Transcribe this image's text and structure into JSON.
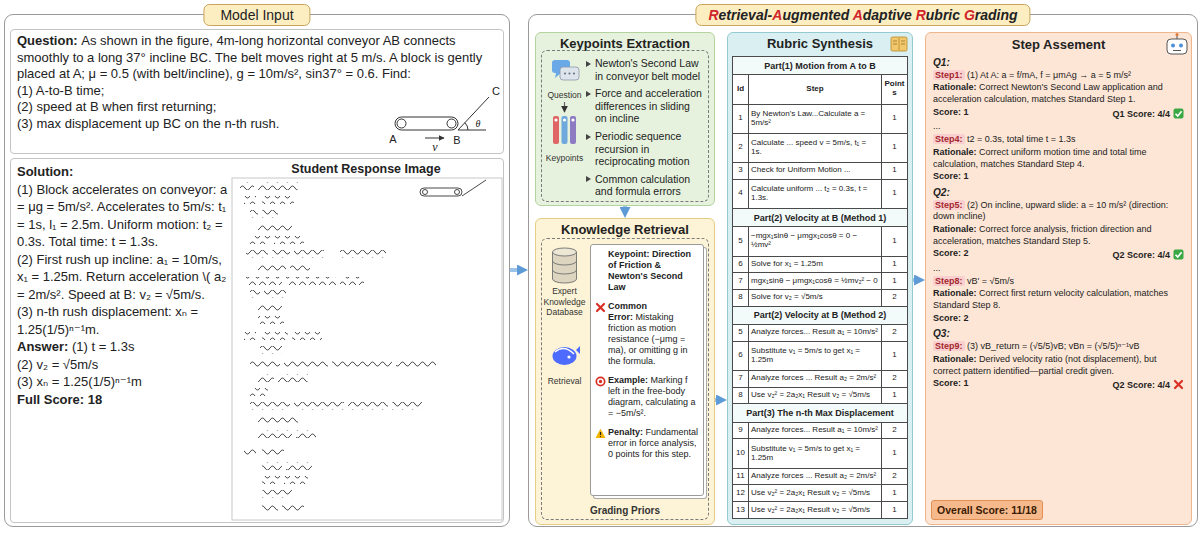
{
  "diagram": {
    "nodes": [
      {
        "text": [
          "Model Input"
        ]
      },
      {
        "text": [
          "Question:",
          "As shown in the figure, 4m-long horizontal conveyor AB connects smoothly to a long 37° incline BC. The belt moves right at 5 m/s. A block is gently placed at A; μ = 0.5 (with belt/incline), g = 10m/s², sin37° = 0.6. Find:",
          "(1) A-to-B time;",
          "(2) speed at B when first returning;",
          "(3) max displacement up BC on the n-th rush."
        ],
        "in": 0
      },
      {
        "text": [
          "Solution:",
          "(1) Block accelerates on conveyor: a = μg = 5m/s². Accelerates to 5m/s: t₁ = 1s, l₁ = 2.5m. Uniform motion: t₂ = 0.3s. Total time: t = 1.3s.",
          "(2) First rush up incline: a₁ = 10m/s, x₁ = 1.25m. Return acceleration \\( a₂ = 2m/s². Speed at B: v₂ = √5m/s.",
          "(3) n-th rush displacement: xₙ = 1.25(1/5)ⁿ⁻¹m.",
          "Answer:",
          "(1) t = 1.3s",
          "(2) v₂ = √5m/s",
          "(3) xₙ = 1.25(1/5)ⁿ⁻¹m",
          "Full Score: 18"
        ],
        "in": 0
      },
      {
        "text": [
          "Student Response Image"
        ],
        "in": 2
      },
      {
        "text": [
          "Retrieval-Augmented Adaptive Rubric Grading"
        ]
      },
      {
        "text": [
          "Keypoints Extraction"
        ],
        "in": 4
      },
      {
        "text": [
          "Newton's Second Law in conveyor belt model",
          "Force and acceleration differences in sliding on incline",
          "Periodic sequence recursion in reciprocating motion",
          "Common calculation and formula errors"
        ],
        "in": 5
      },
      {
        "text": [
          "Knowledge Retrieval"
        ],
        "in": 4
      },
      {
        "text": [
          "Grading Priors"
        ],
        "in": 7
      },
      {
        "text": [
          "Keypoint:",
          "Direction of Friction & Newton's Second Law",
          "Common Error:",
          "Mistaking friction as motion resistance (−μmg = ma), or omitting g in the formula.",
          "Example:",
          "Marking f left in the free-body diagram, calculating a = −5m/s².",
          "Penalty:",
          "Fundamental error in force analysis, 0 points for this step."
        ],
        "in": 8
      },
      {
        "text": [
          "Rubric Synthesis"
        ],
        "in": 4
      },
      {
        "text": [
          "Step Assement",
          "Q1:",
          "Step1:",
          "(1) At A: a = f/mA, f = μmAg → a = 5 m/s²",
          "Rationale:",
          "Correct Newton's Second Law application and acceleration calculation, matches Standard Step 1.",
          "Score: 1",
          "Q1 Score: 4/4",
          "...",
          "Step4:",
          "t2 = 0.3s, total time t = 1.3s",
          "Rationale:",
          "Correct uniform motion time and total time calculation, matches Standard Step 4.",
          "Score: 1",
          "Q2:",
          "Step5:",
          "(2) On incline, upward slide: a = 10 m/s² (direction: down incline)",
          "Rationale:",
          "Correct force analysis, friction direction and acceleration, matches Standard Step 5.",
          "Score: 2",
          "Q2 Score: 4/4",
          "...",
          "Step8:",
          "vB' = √5m/s",
          "Rationale:",
          "Correct first return velocity calculation, matches Standard Step 8.",
          "Score: 2",
          "Q3:",
          "Step9:",
          "(3) vB_return = (√5/5)vB; vBn = (√5/5)ⁿ⁻¹vB",
          "Rationale:",
          "Derived velocity ratio (not displacement), but correct pattern identified—partial credit given.",
          "Score: 1",
          "Q2 Score: 4/4"
        ],
        "in": 4
      },
      {
        "text": [
          "Overall Score: 11/18"
        ],
        "in": 11
      }
    ],
    "edges": [
      {
        "from": 0,
        "to": 4,
        "arrow": "to"
      },
      {
        "from": 5,
        "to": 7,
        "arrow": "to"
      },
      {
        "from": 7,
        "to": 10,
        "arrow": "to"
      },
      {
        "from": 10,
        "to": 11,
        "arrow": "to"
      }
    ],
    "labels": [
      "A",
      "B",
      "C",
      "θ",
      "v",
      "Question",
      "Keypoints",
      "Expert Knowledge Database",
      "Retrieval",
      "Part(1) Motion from A to B",
      "Id",
      "Step",
      "Points",
      "1",
      "By Newton's Law...Calculate a = 5m/s²",
      "1",
      "2",
      "Calculate ... speed v = 5m/s, t₁ = 1s.",
      "1",
      "3",
      "Check for Uniform Motion ...",
      "1",
      "4",
      "Calculate uniform ... t₂ = 0.3s, t = 1.3s.",
      "1",
      "Part(2) Velocity at B (Method 1)",
      "5",
      "−mgx₁sinθ − μmgx₁cosθ = 0 − ½mv²",
      "1",
      "6",
      "Solve for x₁ = 1.25m",
      "1",
      "7",
      "mgx₁sinθ − μmgx₁cosθ = ½mv₂² − 0",
      "1",
      "8",
      "Solve for v₂ = √5m/s",
      "2",
      "Part(2) Velocity at B (Method 2)",
      "5",
      "Analyze forces... Result a₁ = 10m/s²",
      "2",
      "6",
      "Substitute v₁ = 5m/s to get x₁ = 1.25m",
      "1",
      "7",
      "Analyze forces ... Result a₂ = 2m/s²",
      "2",
      "8",
      "Use v₂² = 2a₂x₁ Result v₂ = √5m/s",
      "1",
      "Part(3) The n-th Max Displacement",
      "9",
      "Analyze forces... Result a₁ = 10m/s²",
      "2",
      "10",
      "Substitute v₁ = 5m/s to get x₁ = 1.25m",
      "1",
      "11",
      "Analyze forces ... Result a₂ = 2m/s²",
      "2",
      "12",
      "Use v₂² = 2a₂x₁ Result v₂ = √5m/s",
      "1",
      "13",
      "Use v₂² = 2a₂x₁ Result v₂ = √5m/s",
      "1"
    ]
  }
}
